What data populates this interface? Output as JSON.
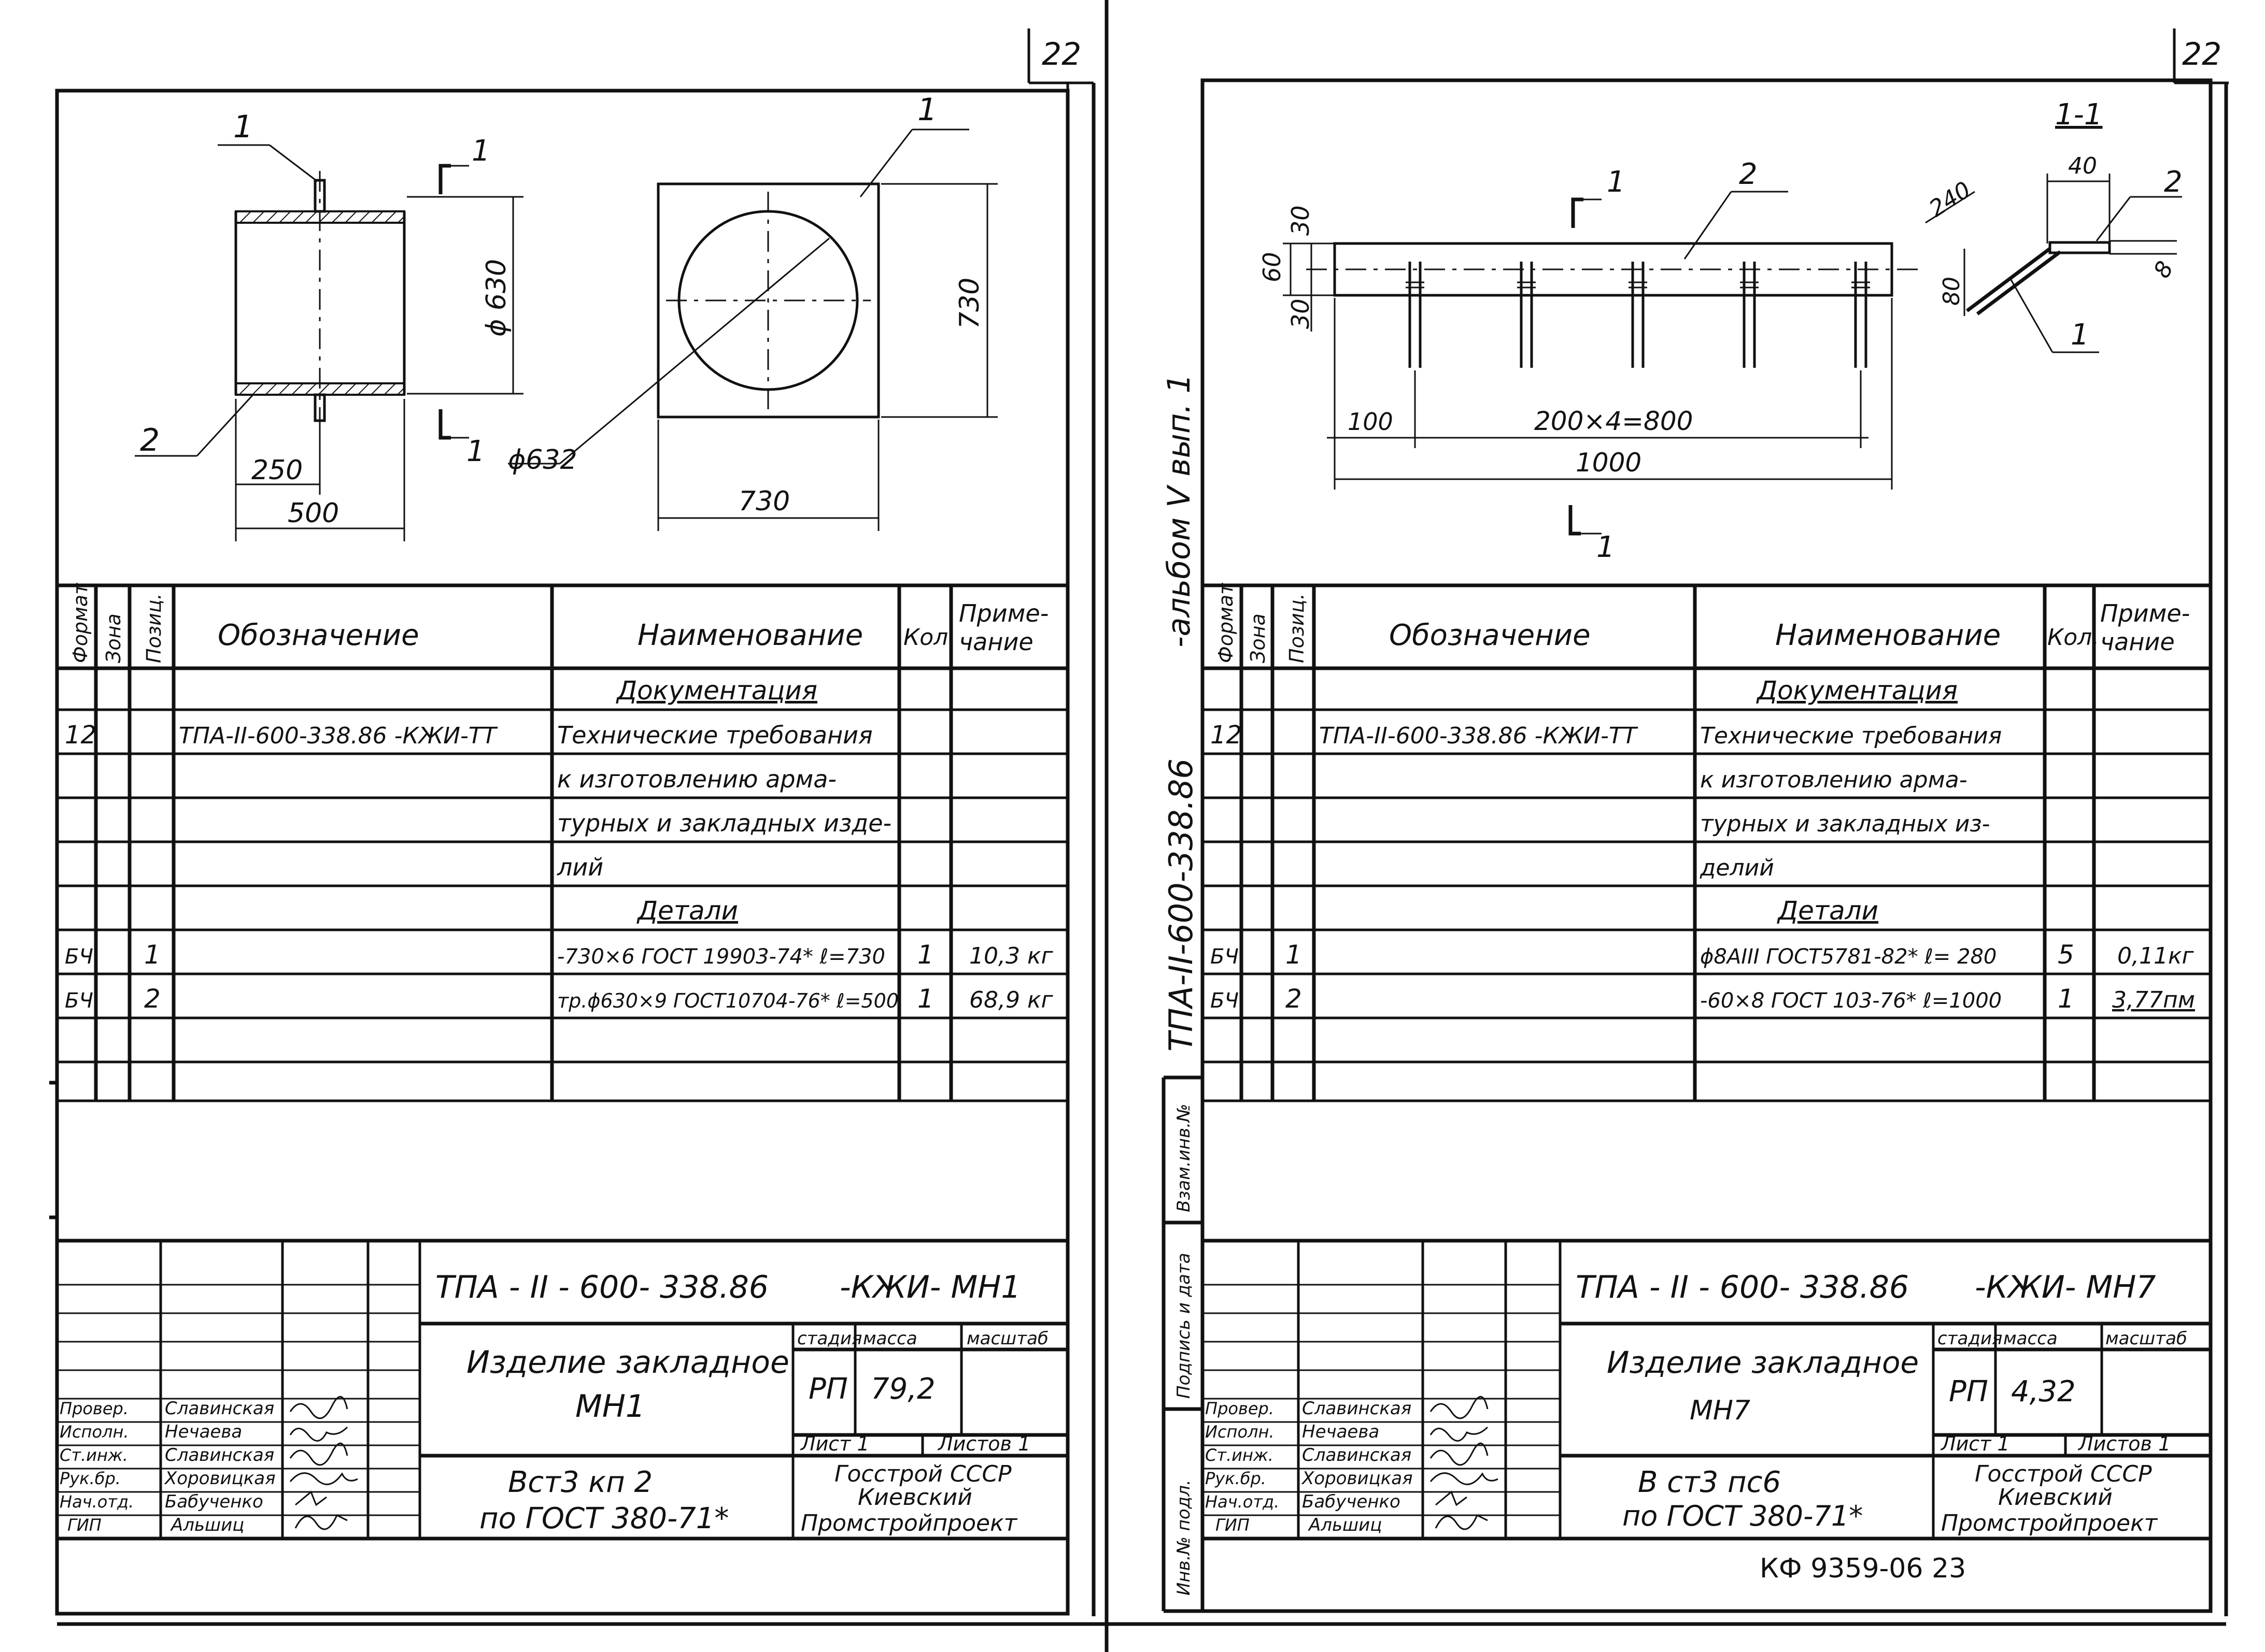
{
  "sheets": [
    {
      "page_number": "22",
      "drawing_labels": {
        "callout_1_top": "1",
        "callout_2": "2",
        "callout_1_plate": "1",
        "section_mark_top": "1",
        "section_mark_bottom": "1",
        "dim_height": "ϕ 630",
        "dim_half_width": "250",
        "dim_width": "500",
        "dim_plate_height": "730",
        "dim_plate_width": "730",
        "dim_circle": "ϕ632"
      },
      "spec_headers": {
        "format": "Формат",
        "zone": "Зона",
        "pos": "Позиц.",
        "designation": "Обозначение",
        "name": "Наименование",
        "qty": "Кол.",
        "note": "Приме-\nчание"
      },
      "spec_rows": [
        {
          "format": "",
          "zone": "",
          "pos": "",
          "designation": "",
          "name": "Документация",
          "qty": "",
          "note": ""
        },
        {
          "format": "12",
          "zone": "",
          "pos": "",
          "designation": "ТПА-II-600-338.86 -КЖИ-ТТ",
          "name": "Технические требования",
          "qty": "",
          "note": ""
        },
        {
          "format": "",
          "zone": "",
          "pos": "",
          "designation": "",
          "name": "к изготовлению арма-",
          "qty": "",
          "note": ""
        },
        {
          "format": "",
          "zone": "",
          "pos": "",
          "designation": "",
          "name": "турных и закладных изде-",
          "qty": "",
          "note": ""
        },
        {
          "format": "",
          "zone": "",
          "pos": "",
          "designation": "",
          "name": "лий",
          "qty": "",
          "note": ""
        },
        {
          "format": "",
          "zone": "",
          "pos": "",
          "designation": "",
          "name": "Детали",
          "qty": "",
          "note": ""
        },
        {
          "format": "БЧ",
          "zone": "",
          "pos": "1",
          "designation": "",
          "name": "-730×6 ГОСТ 19903-74* ℓ=730",
          "qty": "1",
          "note": "10,3 кг"
        },
        {
          "format": "БЧ",
          "zone": "",
          "pos": "2",
          "designation": "",
          "name": "тр.ϕ630×9 ГОСТ10704-76* ℓ=500",
          "qty": "1",
          "note": "68,9 кг"
        },
        {
          "format": "",
          "zone": "",
          "pos": "",
          "designation": "",
          "name": "",
          "qty": "",
          "note": ""
        },
        {
          "format": "",
          "zone": "",
          "pos": "",
          "designation": "",
          "name": "",
          "qty": "",
          "note": ""
        }
      ],
      "title_block": {
        "doc_code_left": "ТПА - II - 600- 338.86",
        "doc_code_right": "-КЖИ- МН1",
        "item_title_1": "Изделие закладное",
        "item_title_2": "МН1",
        "stage_label": "стадия",
        "mass_label": "масса",
        "scale_label": "масштаб",
        "stage": "РП",
        "mass": "79,2",
        "sheet_label": "Лист 1",
        "sheets_label": "Листов 1",
        "material_1": "Вст3 кп 2",
        "material_2": "по ГОСТ 380-71*",
        "org_1": "Госстрой СССР",
        "org_2": "Киевский",
        "org_3": "Промстройпроект",
        "roles": [
          "Провер.",
          "Исполн.",
          "Ст.инж.",
          "Рук.бр.",
          "Нач.отд.",
          "ГИП"
        ],
        "names": [
          "Славинская",
          "Нечаева",
          "Славинская",
          "Хоровицкая",
          "Бабученко",
          "Альшиц"
        ]
      }
    },
    {
      "page_number": "22",
      "drawing_labels": {
        "section_title": "1-1",
        "callout_2": "2",
        "callout_1": "1",
        "callout_2_section": "2",
        "callout_1_section": "1",
        "section_mark_top": "1",
        "section_mark_bottom": "1",
        "dim_60": "60",
        "dim_30_top": "30",
        "dim_30_bottom": "30",
        "dim_100": "100",
        "dim_pitch": "200×4=800",
        "dim_1000": "1000",
        "dim_240": "240",
        "dim_40": "40",
        "dim_80": "80",
        "dim_8": "8"
      },
      "side_stamp_1": "-альбом V вып. 1",
      "side_stamp_2": "ТПА-II-600-338.86",
      "side_fields": [
        "Инв.№ подл.",
        "Подпись и дата",
        "Взам.инв.№"
      ],
      "spec_headers": {
        "format": "Формат",
        "zone": "Зона",
        "pos": "Позиц.",
        "designation": "Обозначение",
        "name": "Наименование",
        "qty": "Кол.",
        "note": "Приме-\nчание"
      },
      "spec_rows": [
        {
          "format": "",
          "zone": "",
          "pos": "",
          "designation": "",
          "name": "Документация",
          "qty": "",
          "note": ""
        },
        {
          "format": "12",
          "zone": "",
          "pos": "",
          "designation": "ТПА-II-600-338.86 -КЖИ-ТТ",
          "name": "Технические требования",
          "qty": "",
          "note": ""
        },
        {
          "format": "",
          "zone": "",
          "pos": "",
          "designation": "",
          "name": "к изготовлению арма-",
          "qty": "",
          "note": ""
        },
        {
          "format": "",
          "zone": "",
          "pos": "",
          "designation": "",
          "name": "турных и закладных из-",
          "qty": "",
          "note": ""
        },
        {
          "format": "",
          "zone": "",
          "pos": "",
          "designation": "",
          "name": "делий",
          "qty": "",
          "note": ""
        },
        {
          "format": "",
          "zone": "",
          "pos": "",
          "designation": "",
          "name": "Детали",
          "qty": "",
          "note": ""
        },
        {
          "format": "БЧ",
          "zone": "",
          "pos": "1",
          "designation": "",
          "name": "ϕ8АIII ГОСТ5781-82* ℓ= 280",
          "qty": "5",
          "note": "0,11кг"
        },
        {
          "format": "БЧ",
          "zone": "",
          "pos": "2",
          "designation": "",
          "name": "-60×8 ГОСТ 103-76* ℓ=1000",
          "qty": "1",
          "note": "3,77пм"
        },
        {
          "format": "",
          "zone": "",
          "pos": "",
          "designation": "",
          "name": "",
          "qty": "",
          "note": ""
        },
        {
          "format": "",
          "zone": "",
          "pos": "",
          "designation": "",
          "name": "",
          "qty": "",
          "note": ""
        }
      ],
      "title_block": {
        "doc_code_left": "ТПА - II - 600- 338.86",
        "doc_code_right": "-КЖИ- МН7",
        "item_title_1": "Изделие закладное",
        "item_title_2": "МН7",
        "stage_label": "стадия",
        "mass_label": "масса",
        "scale_label": "масштаб",
        "stage": "РП",
        "mass": "4,32",
        "sheet_label": "Лист 1",
        "sheets_label": "Листов 1",
        "material_1": "В ст3 пс6",
        "material_2": "по ГОСТ 380-71*",
        "org_1": "Госстрой СССР",
        "org_2": "Киевский",
        "org_3": "Промстройпроект",
        "roles": [
          "Провер.",
          "Исполн.",
          "Ст.инж.",
          "Рук.бр.",
          "Нач.отд.",
          "ГИП"
        ],
        "names": [
          "Славинская",
          "Нечаева",
          "Славинская",
          "Хоровицкая",
          "Бабученко",
          "Альшиц"
        ]
      }
    }
  ],
  "footer_code": "КФ 9359-06  23"
}
